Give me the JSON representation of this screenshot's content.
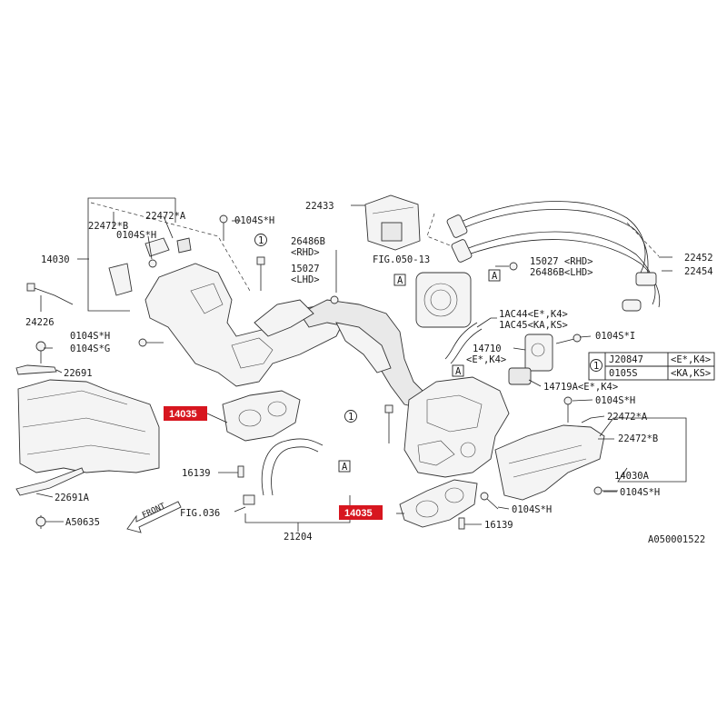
{
  "diagram": {
    "colors": {
      "highlight": "#d7161f",
      "line": "#222222",
      "background": "#ffffff"
    },
    "labels": {
      "l14030": "14030",
      "l22472B_top": "22472*B",
      "l22472A_top": "22472*A",
      "l0104SH_top_small": "0104S*H",
      "l0104SH_top": "0104S*H",
      "l22433": "22433",
      "l26486B_rhd": "26486B",
      "l_rhd_a": "<RHD>",
      "l15027_lhd": "15027",
      "l_lhd_a": "<LHD>",
      "lfig050": "FIG.050-13",
      "l15027_rhd": "15027  <RHD>",
      "l26486B_lhd": "26486B<LHD>",
      "l22452": "22452",
      "l22454": "22454",
      "l24226": "24226",
      "l0104SH_left": "0104S*H",
      "l0104SG": "0104S*G",
      "l22691": "22691",
      "l1AC44": "1AC44<E*,K4>",
      "l1AC45": "1AC45<KA,KS>",
      "l0104SI": "0104S*I",
      "l14710": "14710",
      "l14710_sub": "<E*,K4>",
      "lJ20847": "J20847",
      "lJ20847_cond": "<E*,K4>",
      "l0105S": "0105S",
      "l0105S_cond": "<KA,KS>",
      "l14719A": "14719A<E*,K4>",
      "l0104SH_right": "0104S*H",
      "l22472A_right": "22472*A",
      "l22472B_right": "22472*B",
      "l14030A": "14030A",
      "l0104SH_br": "0104S*H",
      "l14035_left": "14035",
      "l14035_right": "14035",
      "l16139_left": "16139",
      "l16139_right": "16139",
      "l22691A": "22691A",
      "lA50635": "A50635",
      "lfront": "FRONT",
      "lfig036": "FIG.036",
      "l21204": "21204",
      "l0104SH_bottom": "0104S*H",
      "lref": "A050001522",
      "marker_A": "A",
      "marker_1": "1"
    }
  }
}
